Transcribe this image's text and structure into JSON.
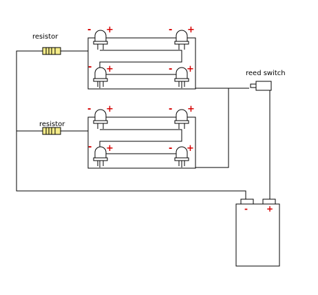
{
  "labels": {
    "resistor_top": "resistor",
    "resistor_bottom": "resistor",
    "reed_switch": "reed switch"
  },
  "polarity": {
    "minus": "-",
    "plus": "+"
  },
  "battery": {
    "minus": "-",
    "plus": "+"
  },
  "colors": {
    "wire": "#000000",
    "polarity": "#d40000",
    "resistor_body": "#f5ec8a",
    "led_body": "#ffffff"
  },
  "led_groups": [
    {
      "name": "upper-led-array",
      "leds": 4
    },
    {
      "name": "lower-led-array",
      "leds": 4
    }
  ]
}
